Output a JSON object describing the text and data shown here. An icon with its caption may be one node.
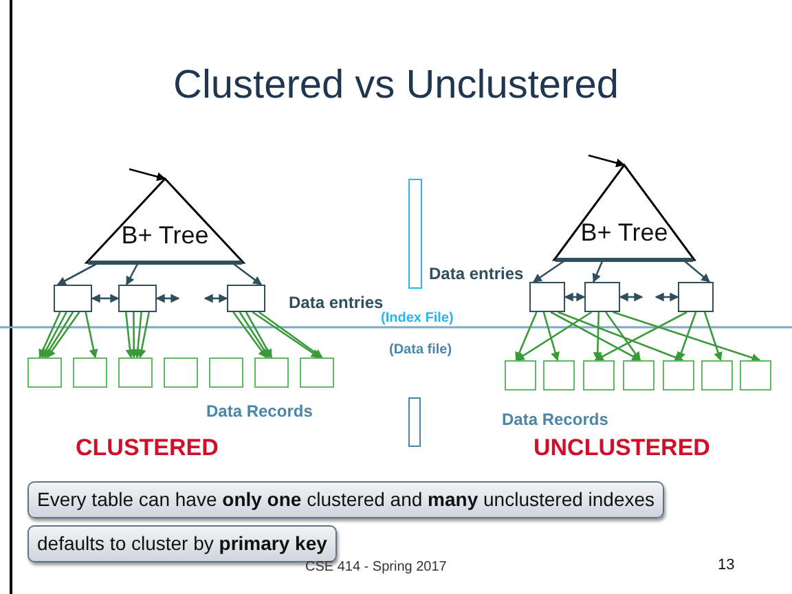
{
  "diagram": {
    "title": "Clustered vs Unclustered",
    "nodes": [
      {
        "text": [
          "B+ Tree"
        ]
      },
      {
        "text": [],
        "shape": "box"
      },
      {
        "text": [],
        "shape": "box"
      },
      {
        "text": [],
        "shape": "box"
      },
      {
        "text": [],
        "shape": "box"
      },
      {
        "text": [],
        "shape": "box"
      },
      {
        "text": [],
        "shape": "box"
      },
      {
        "text": [],
        "shape": "box"
      },
      {
        "text": [],
        "shape": "box"
      },
      {
        "text": [],
        "shape": "box"
      },
      {
        "text": [],
        "shape": "box"
      },
      {
        "text": [],
        "shape": "bar"
      },
      {
        "text": [],
        "shape": "bar"
      },
      {
        "text": [
          "B+ Tree"
        ]
      },
      {
        "text": [],
        "shape": "box"
      },
      {
        "text": [],
        "shape": "box"
      },
      {
        "text": [],
        "shape": "box"
      },
      {
        "text": [],
        "shape": "box"
      },
      {
        "text": [],
        "shape": "box"
      },
      {
        "text": [],
        "shape": "box"
      },
      {
        "text": [],
        "shape": "box"
      },
      {
        "text": [],
        "shape": "box"
      },
      {
        "text": [],
        "shape": "box"
      },
      {
        "text": [],
        "shape": "box"
      },
      {
        "text": [
          "Every table can have **only one** clustered and **many** unclustered indexes"
        ]
      },
      {
        "text": [
          "defaults to cluster by **primary key**"
        ]
      }
    ],
    "edges": [
      {
        "from": null,
        "to": 0,
        "arrow": "to",
        "color": "#000000"
      },
      {
        "from": 0,
        "to": 1,
        "arrow": "to",
        "color": "#2f4f5f"
      },
      {
        "from": 0,
        "to": 2,
        "arrow": "to",
        "color": "#2f4f5f"
      },
      {
        "from": 0,
        "to": 3,
        "arrow": "to",
        "color": "#2f4f5f"
      },
      {
        "from": 1,
        "to": 2,
        "arrow": "both",
        "color": "#2f4f5f"
      },
      {
        "from": 2,
        "to": null,
        "arrow": "both",
        "color": "#2f4f5f"
      },
      {
        "from": null,
        "to": 3,
        "arrow": "both",
        "color": "#2f4f5f"
      },
      {
        "from": 1,
        "to": 4,
        "arrow": "to"
      },
      {
        "from": 1,
        "to": 4,
        "arrow": "to"
      },
      {
        "from": 1,
        "to": 4,
        "arrow": "to"
      },
      {
        "from": 1,
        "to": 4,
        "arrow": "to"
      },
      {
        "from": 1,
        "to": 5,
        "arrow": "to"
      },
      {
        "from": 2,
        "to": 6,
        "arrow": "to"
      },
      {
        "from": 2,
        "to": 6,
        "arrow": "to"
      },
      {
        "from": 2,
        "to": 6,
        "arrow": "to"
      },
      {
        "from": 2,
        "to": 6,
        "arrow": "to"
      },
      {
        "from": 3,
        "to": 9,
        "arrow": "to"
      },
      {
        "from": 3,
        "to": 9,
        "arrow": "to"
      },
      {
        "from": 3,
        "to": 9,
        "arrow": "to"
      },
      {
        "from": 3,
        "to": 10,
        "arrow": "to"
      },
      {
        "from": 3,
        "to": 10,
        "arrow": "to"
      },
      {
        "from": null,
        "to": 13,
        "arrow": "to",
        "color": "#000000"
      },
      {
        "from": 13,
        "to": 14,
        "arrow": "to",
        "color": "#2f4f5f"
      },
      {
        "from": 13,
        "to": 15,
        "arrow": "to",
        "color": "#2f4f5f"
      },
      {
        "from": 13,
        "to": 16,
        "arrow": "to",
        "color": "#2f4f5f"
      },
      {
        "from": 14,
        "to": 15,
        "arrow": "both",
        "color": "#2f4f5f"
      },
      {
        "from": 15,
        "to": null,
        "arrow": "both",
        "color": "#2f4f5f"
      },
      {
        "from": null,
        "to": 16,
        "arrow": "both",
        "color": "#2f4f5f"
      },
      {
        "from": 14,
        "to": 17,
        "arrow": "to"
      },
      {
        "from": 14,
        "to": 18,
        "arrow": "to"
      },
      {
        "from": 14,
        "to": 20,
        "arrow": "to"
      },
      {
        "from": 14,
        "to": 21,
        "arrow": "to"
      },
      {
        "from": 15,
        "to": 17,
        "arrow": "to"
      },
      {
        "from": 15,
        "to": 19,
        "arrow": "to"
      },
      {
        "from": 15,
        "to": 20,
        "arrow": "to"
      },
      {
        "from": 15,
        "to": 23,
        "arrow": "to"
      },
      {
        "from": 16,
        "to": 19,
        "arrow": "to"
      },
      {
        "from": 16,
        "to": 21,
        "arrow": "to"
      },
      {
        "from": 16,
        "to": 22,
        "arrow": "to"
      }
    ],
    "labels": [
      "Data entries",
      "Data entries",
      "(Index File)",
      "(Data file)",
      "Data Records",
      "Data Records",
      "CLUSTERED",
      "UNCLUSTERED",
      "CSE 414 - Spring 2017",
      "13"
    ]
  }
}
